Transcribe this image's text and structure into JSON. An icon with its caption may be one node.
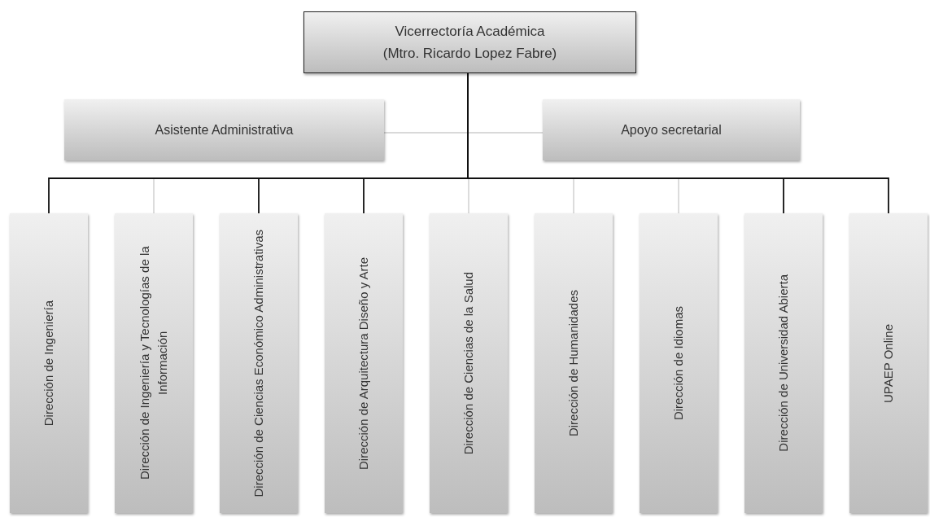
{
  "diagram": {
    "nodes": [
      {
        "text": [
          "Vicerrectoría Académica",
          "(Mtro. Ricardo Lopez Fabre)"
        ]
      },
      {
        "text": [
          "Asistente Administrativa"
        ]
      },
      {
        "text": [
          "Apoyo secretarial"
        ]
      },
      {
        "text": [
          "Dirección de Ingeniería"
        ]
      },
      {
        "text": [
          "Dirección de Ingeniería y Tecnologías de la Información"
        ]
      },
      {
        "text": [
          "Dirección de Ciencias Económico Administrativas"
        ]
      },
      {
        "text": [
          "Dirección de Arquitectura Diseño y Arte"
        ]
      },
      {
        "text": [
          "Dirección de Ciencias de la Salud"
        ]
      },
      {
        "text": [
          "Dirección de Humanidades"
        ]
      },
      {
        "text": [
          "Dirección de Idiomas"
        ]
      },
      {
        "text": [
          "Dirección de Universidad Abierta"
        ]
      },
      {
        "text": [
          "UPAEP Online"
        ]
      }
    ],
    "edges": [
      {
        "from": 0,
        "to": 1,
        "arrow": "none"
      },
      {
        "from": 0,
        "to": 2,
        "arrow": "none"
      },
      {
        "from": 0,
        "to": 3,
        "arrow": "none",
        "color": "#111111"
      },
      {
        "from": 0,
        "to": 4,
        "arrow": "none"
      },
      {
        "from": 0,
        "to": 5,
        "arrow": "none",
        "color": "#111111"
      },
      {
        "from": 0,
        "to": 6,
        "arrow": "none",
        "color": "#111111"
      },
      {
        "from": 0,
        "to": 7,
        "arrow": "none"
      },
      {
        "from": 0,
        "to": 8,
        "arrow": "none"
      },
      {
        "from": 0,
        "to": 9,
        "arrow": "none"
      },
      {
        "from": 0,
        "to": 10,
        "arrow": "none",
        "color": "#111111"
      },
      {
        "from": 0,
        "to": 11,
        "arrow": "none",
        "color": "#111111"
      }
    ]
  }
}
